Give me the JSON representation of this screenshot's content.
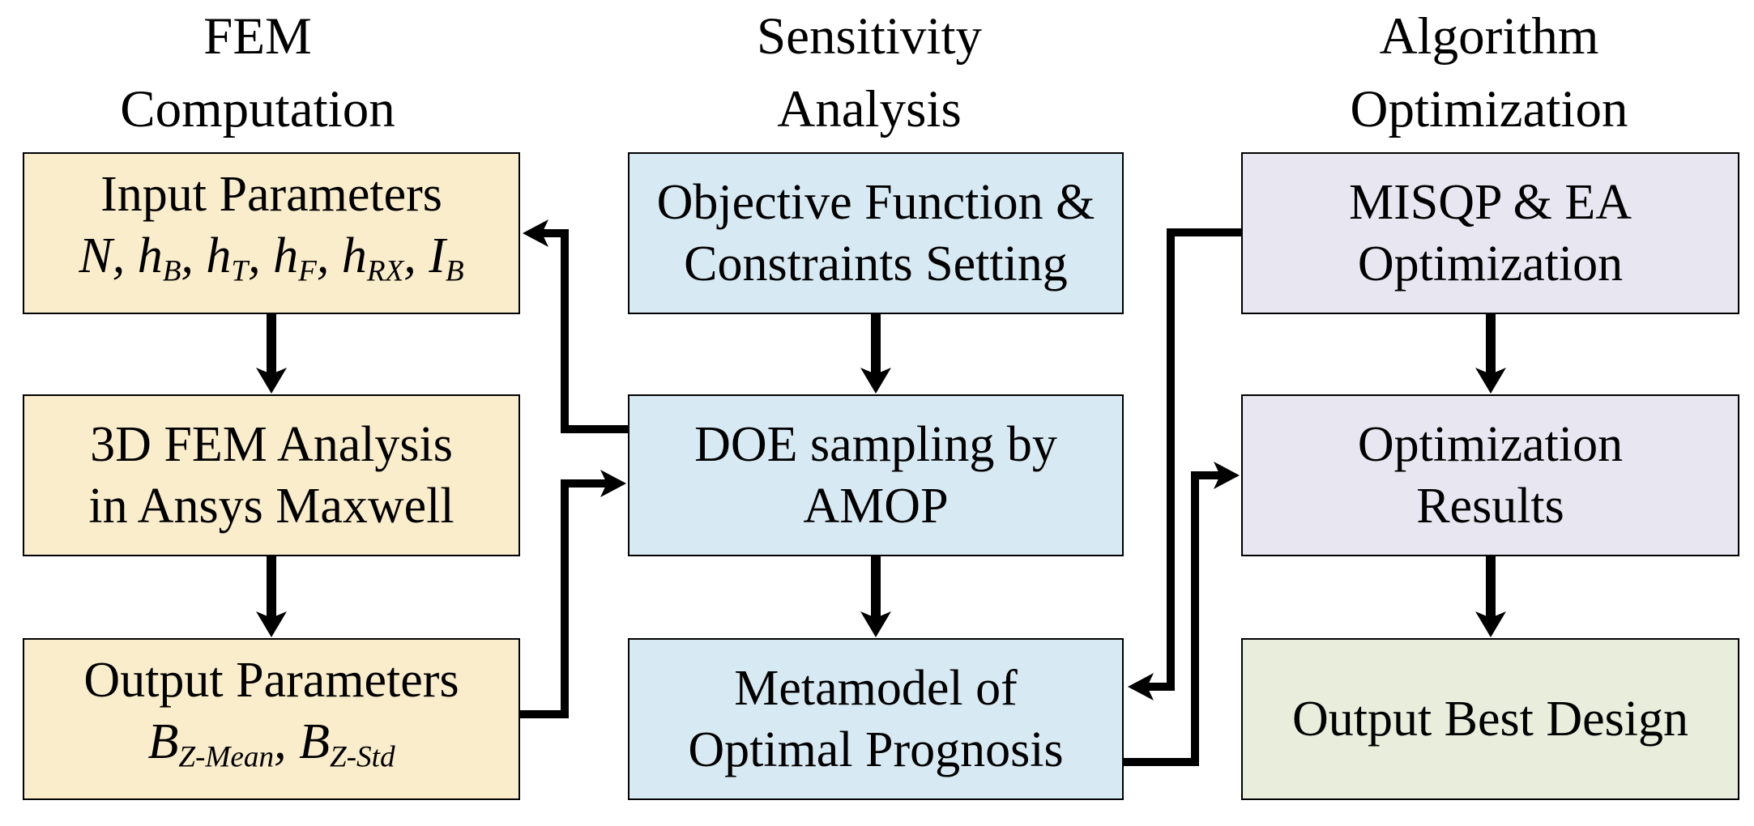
{
  "figure": {
    "type": "flowchart"
  },
  "colors": {
    "background": "#FFFFFF",
    "border": "#000000",
    "line": "#000000",
    "text": "#000000",
    "yellow": "#FAEDCB",
    "blue": "#D7E9F2",
    "lavender": "#E8E6F0",
    "green": "#E8EEDB"
  },
  "headers": [
    {
      "line1": "FEM",
      "line2": "Computation"
    },
    {
      "line1": "Sensitivity",
      "line2": "Analysis"
    },
    {
      "line1": "Algorithm",
      "line2": "Optimization"
    }
  ],
  "boxes": {
    "input_params": {
      "line1": "Input Parameters",
      "math": [
        {
          "t": "N"
        },
        {
          "t": ", "
        },
        {
          "t": "h"
        },
        {
          "t": "B",
          "sub": true
        },
        {
          "t": ", "
        },
        {
          "t": "h"
        },
        {
          "t": "T",
          "sub": true
        },
        {
          "t": ", "
        },
        {
          "t": "h"
        },
        {
          "t": "F",
          "sub": true
        },
        {
          "t": ", "
        },
        {
          "t": "h"
        },
        {
          "t": "RX",
          "sub": true
        },
        {
          "t": ", "
        },
        {
          "t": "I"
        },
        {
          "t": "B",
          "sub": true
        }
      ]
    },
    "fem_analysis": {
      "line1": "3D FEM Analysis",
      "line2": "in Ansys Maxwell"
    },
    "output_params": {
      "line1": "Output Parameters",
      "math": [
        {
          "t": "B"
        },
        {
          "t": "Z-Mean",
          "sub": true
        },
        {
          "t": ", "
        },
        {
          "t": "B"
        },
        {
          "t": "Z-Std",
          "sub": true
        }
      ]
    },
    "objective": {
      "line1": "Objective Function &",
      "line2": "Constraints Setting"
    },
    "doe": {
      "line1": "DOE sampling by",
      "line2": "AMOP"
    },
    "metamodel": {
      "line1": "Metamodel of",
      "line2": "Optimal Prognosis"
    },
    "misqp": {
      "line1": "MISQP & EA",
      "line2": "Optimization"
    },
    "opt_results": {
      "line1": "Optimization",
      "line2": "Results"
    },
    "best_design": {
      "line1": "Output Best Design"
    }
  },
  "connections": [
    {
      "from": "input_params",
      "to": "fem_analysis"
    },
    {
      "from": "fem_analysis",
      "to": "output_params"
    },
    {
      "from": "objective",
      "to": "doe"
    },
    {
      "from": "doe",
      "to": "metamodel"
    },
    {
      "from": "misqp",
      "to": "opt_results"
    },
    {
      "from": "opt_results",
      "to": "best_design"
    },
    {
      "from": "doe",
      "to": "input_params"
    },
    {
      "from": "output_params",
      "to": "doe"
    },
    {
      "from": "misqp",
      "to": "metamodel"
    },
    {
      "from": "metamodel",
      "to": "opt_results"
    }
  ]
}
